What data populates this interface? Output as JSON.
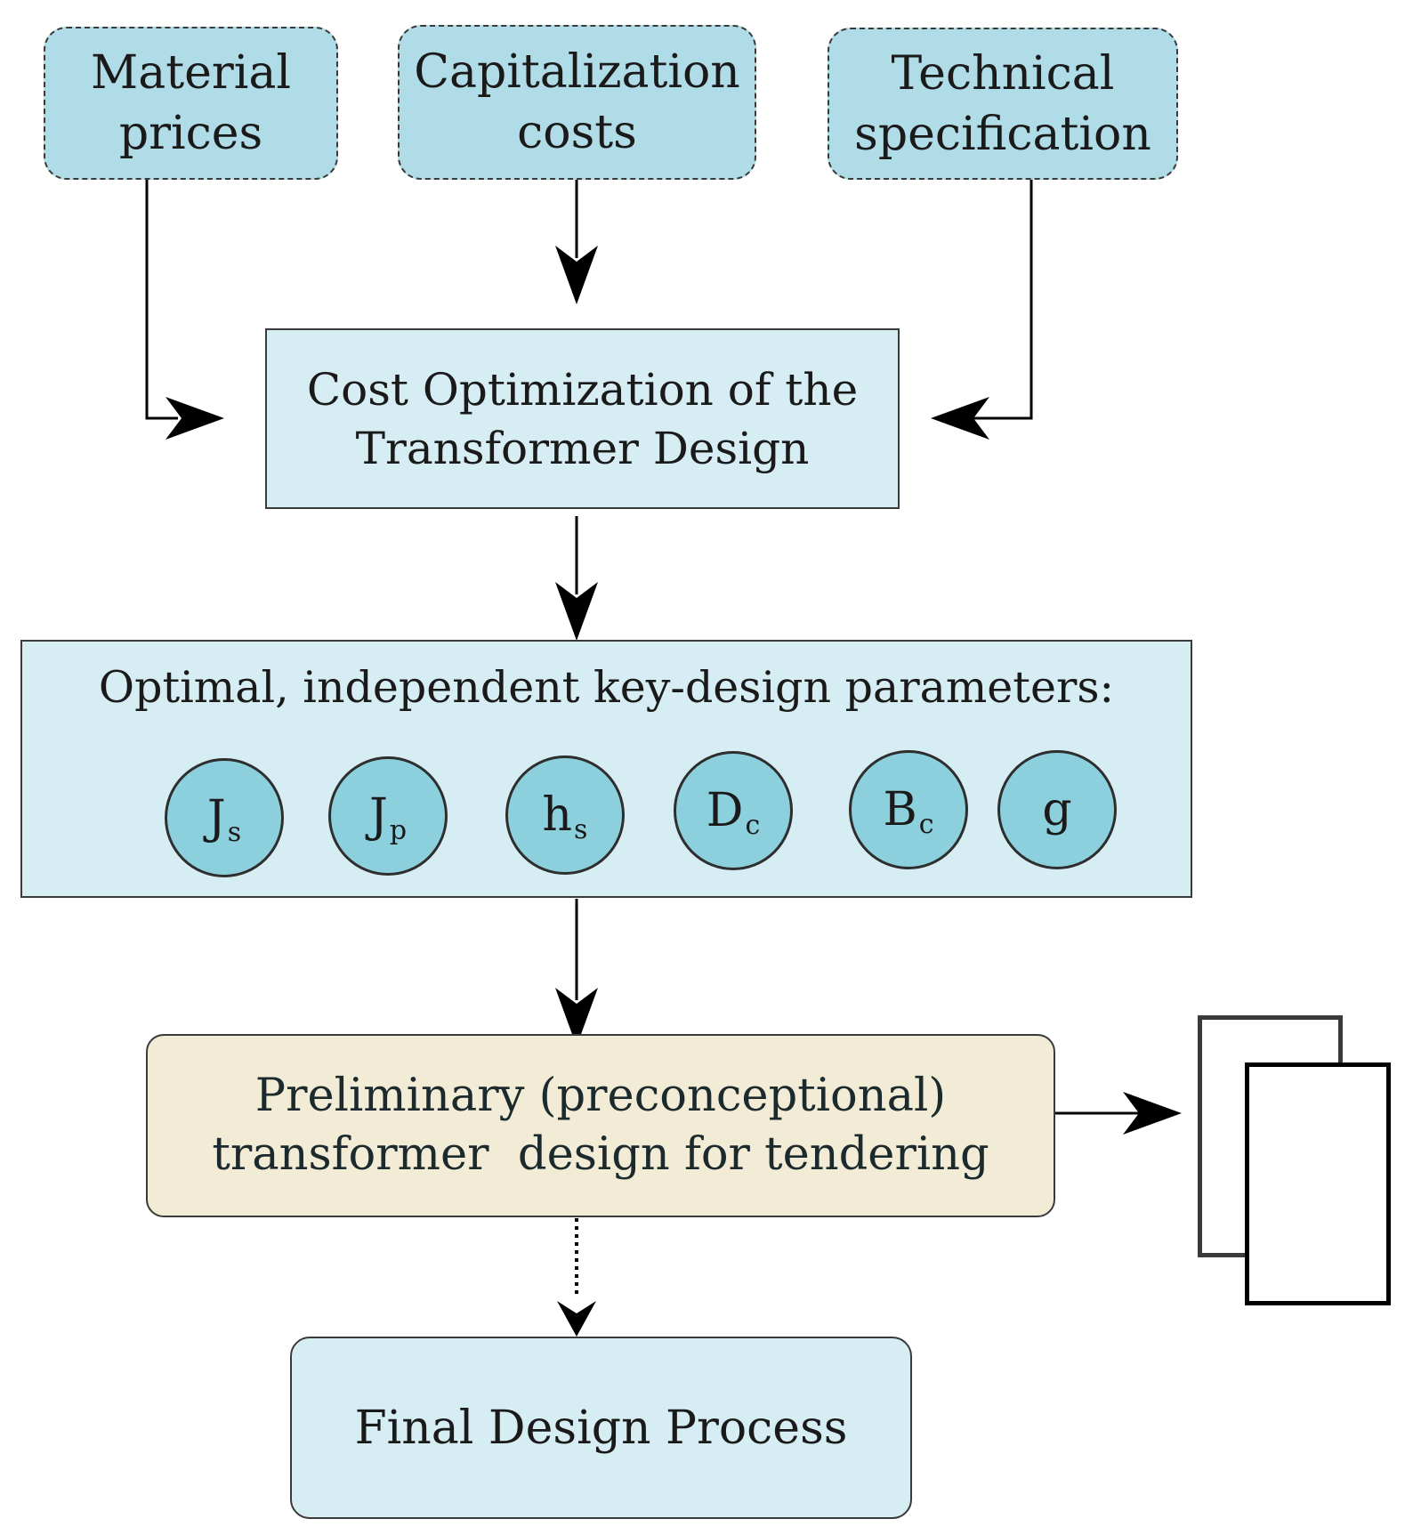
{
  "inputs": {
    "material_prices": [
      "Material",
      "prices"
    ],
    "capitalization_costs": [
      "Capitalization",
      "costs"
    ],
    "technical_specification": [
      "Technical",
      "specification"
    ]
  },
  "cost_optimization": [
    "Cost Optimization of the",
    "Transformer Design"
  ],
  "parameters": {
    "title": "Optimal, independent key-design parameters:",
    "items": [
      {
        "symbol": "J",
        "sub": "s"
      },
      {
        "symbol": "J",
        "sub": "p"
      },
      {
        "symbol": "h",
        "sub": "s"
      },
      {
        "symbol": "D",
        "sub": "c"
      },
      {
        "symbol": "B",
        "sub": "c"
      },
      {
        "symbol": "g",
        "sub": ""
      }
    ]
  },
  "preliminary": [
    "Preliminary (preconceptional)",
    "transformer  design for tendering"
  ],
  "final": "Final Design Process",
  "colors": {
    "input_fill": "#b0dce7",
    "process_fill": "#d6edf3",
    "circle_fill": "#8ccfdd",
    "preliminary_fill": "#f2ecd6"
  }
}
